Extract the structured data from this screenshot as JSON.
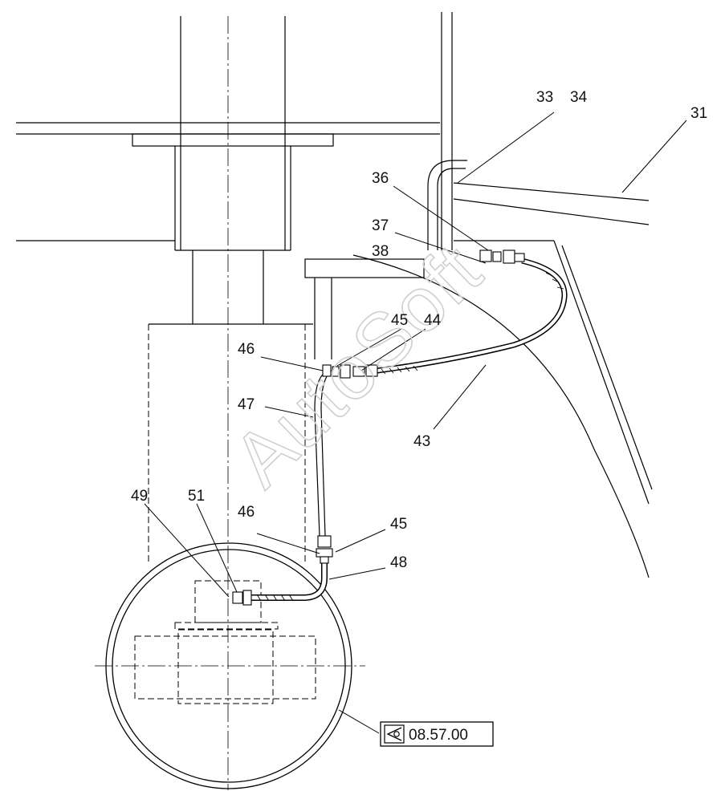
{
  "diagram": {
    "callouts": {
      "c33": "33",
      "c34": "34",
      "c31": "31",
      "c36": "36",
      "c37": "37",
      "c38": "38",
      "c45a": "45",
      "c44": "44",
      "c46a": "46",
      "c47": "47",
      "c43": "43",
      "c49": "49",
      "c51": "51",
      "c46b": "46",
      "c45b": "45",
      "c48": "48"
    },
    "watermark": "AutoSoft",
    "reference": {
      "icon": "eye-view-icon",
      "code": "08.57.00"
    }
  }
}
